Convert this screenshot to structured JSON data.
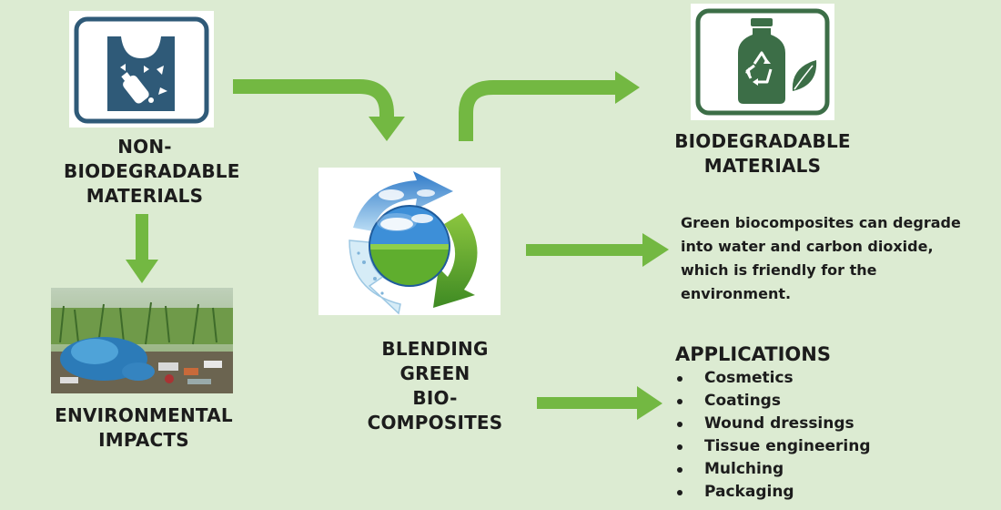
{
  "colors": {
    "background": "#dcebd2",
    "arrow": "#73b842",
    "icon_frame": "#2f5a78",
    "bottle_frame": "#3c6e47"
  },
  "nodes": {
    "non_bio": {
      "lines": [
        "NON-",
        "BIODEGRADABLE",
        "MATERIALS"
      ],
      "icon": "plastic-bag-icon"
    },
    "impacts": {
      "lines": [
        "ENVIRONMENTAL",
        "IMPACTS"
      ],
      "image": "plastic-waste-photo"
    },
    "blending": {
      "lines": [
        "BLENDING",
        "GREEN",
        "BIO-COMPOSITES"
      ],
      "image": "recycle-globe-image"
    },
    "bio": {
      "lines": [
        "BIODEGRADABLE",
        "MATERIALS"
      ],
      "icon": "eco-bottle-icon"
    }
  },
  "description": {
    "lines": [
      "Green biocomposites can degrade",
      "into water and carbon dioxide,",
      "which is friendly for the",
      "environment."
    ]
  },
  "applications": {
    "title": "APPLICATIONS",
    "items": [
      "Cosmetics",
      "Coatings",
      "Wound dressings",
      "Tissue engineering",
      "Mulching",
      "Packaging"
    ]
  }
}
